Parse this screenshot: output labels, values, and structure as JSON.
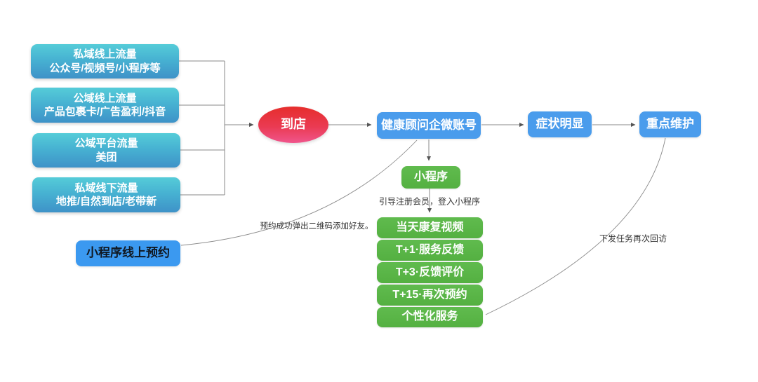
{
  "diagram": {
    "title_hint": "customer-traffic-to-store-service-flowchart",
    "colors": {
      "teal_top": "#55ccd8",
      "teal_bottom": "#3e92c8",
      "red_top": "#e62e2c",
      "red_bottom": "#f0558c",
      "blue_node": "#4a9cec",
      "booking_blue": "#3b99f0",
      "green_node": "#57b447",
      "edge_line": "#8a8a8a",
      "edge_label_text": "#333333"
    },
    "sources": [
      {
        "line1": "私域线上流量",
        "line2": "公众号/视频号/小程序等"
      },
      {
        "line1": "公域线上流量",
        "line2": "产品包裹卡/广告盈利/抖音"
      },
      {
        "line1": "公域平台流量",
        "line2": "美团"
      },
      {
        "line1": "私域线下流量",
        "line2": "地推/自然到店/老带新"
      }
    ],
    "store_node": {
      "label": "到店"
    },
    "consultant_node": {
      "label": "健康顾问企微账号"
    },
    "symptom_node": {
      "label": "症状明显"
    },
    "maintain_node": {
      "label": "重点维护"
    },
    "miniprogram_node": {
      "label": "小程序"
    },
    "service_boxes": [
      {
        "label": "当天康复视频"
      },
      {
        "label": "T+1·服务反馈"
      },
      {
        "label": "T+3·反馈评价"
      },
      {
        "label": "T+15·再次预约"
      },
      {
        "label": "个性化服务"
      }
    ],
    "booking_node": {
      "label": "小程序线上预约"
    },
    "edge_labels": {
      "register": "引导注册会员，登入小程序",
      "booking_qr": "预约成功弹出二维码添加好友。",
      "revisit": "下发任务再次回访"
    }
  }
}
